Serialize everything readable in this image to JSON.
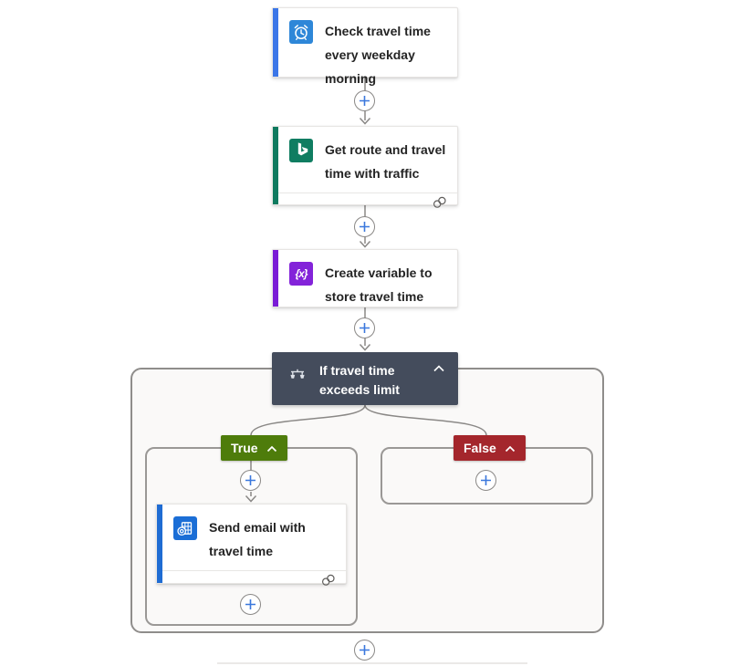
{
  "cards": {
    "trigger": {
      "title": "Check travel time every weekday morning",
      "icon": "recurrence-clock-icon",
      "accent_color": "#3b76e8",
      "icon_bg": "#2e87d8"
    },
    "route": {
      "title": "Get route and travel time with traffic",
      "icon": "bing-maps-icon",
      "accent_color": "#0e7a5f",
      "icon_bg": "#0f7d61"
    },
    "variable": {
      "title": "Create variable to store travel time",
      "icon": "initialize-variable-icon",
      "icon_glyph": "{x}",
      "accent_color": "#7a1bd6",
      "icon_bg": "#8323d9"
    },
    "condition": {
      "title": "If travel time exceeds limit",
      "icon": "condition-branch-icon",
      "bg_color": "#444c5c"
    },
    "email": {
      "title": "Send email with travel time",
      "icon": "outlook-send-email-icon",
      "accent_color": "#1f6cd3",
      "icon_bg": "#1b6ed6"
    }
  },
  "branches": {
    "true": {
      "label": "True",
      "bg_color": "#4e7c0b"
    },
    "false": {
      "label": "False",
      "bg_color": "#a4262c"
    }
  },
  "connectors": {
    "line_color": "#8a8886",
    "plus_color": "#3b78dd",
    "scope_bg": "#faf9f8",
    "connection_icon": "connection-rings-icon",
    "collapse_icon": "chevron-up-icon",
    "insert_icon": "plus-icon"
  }
}
